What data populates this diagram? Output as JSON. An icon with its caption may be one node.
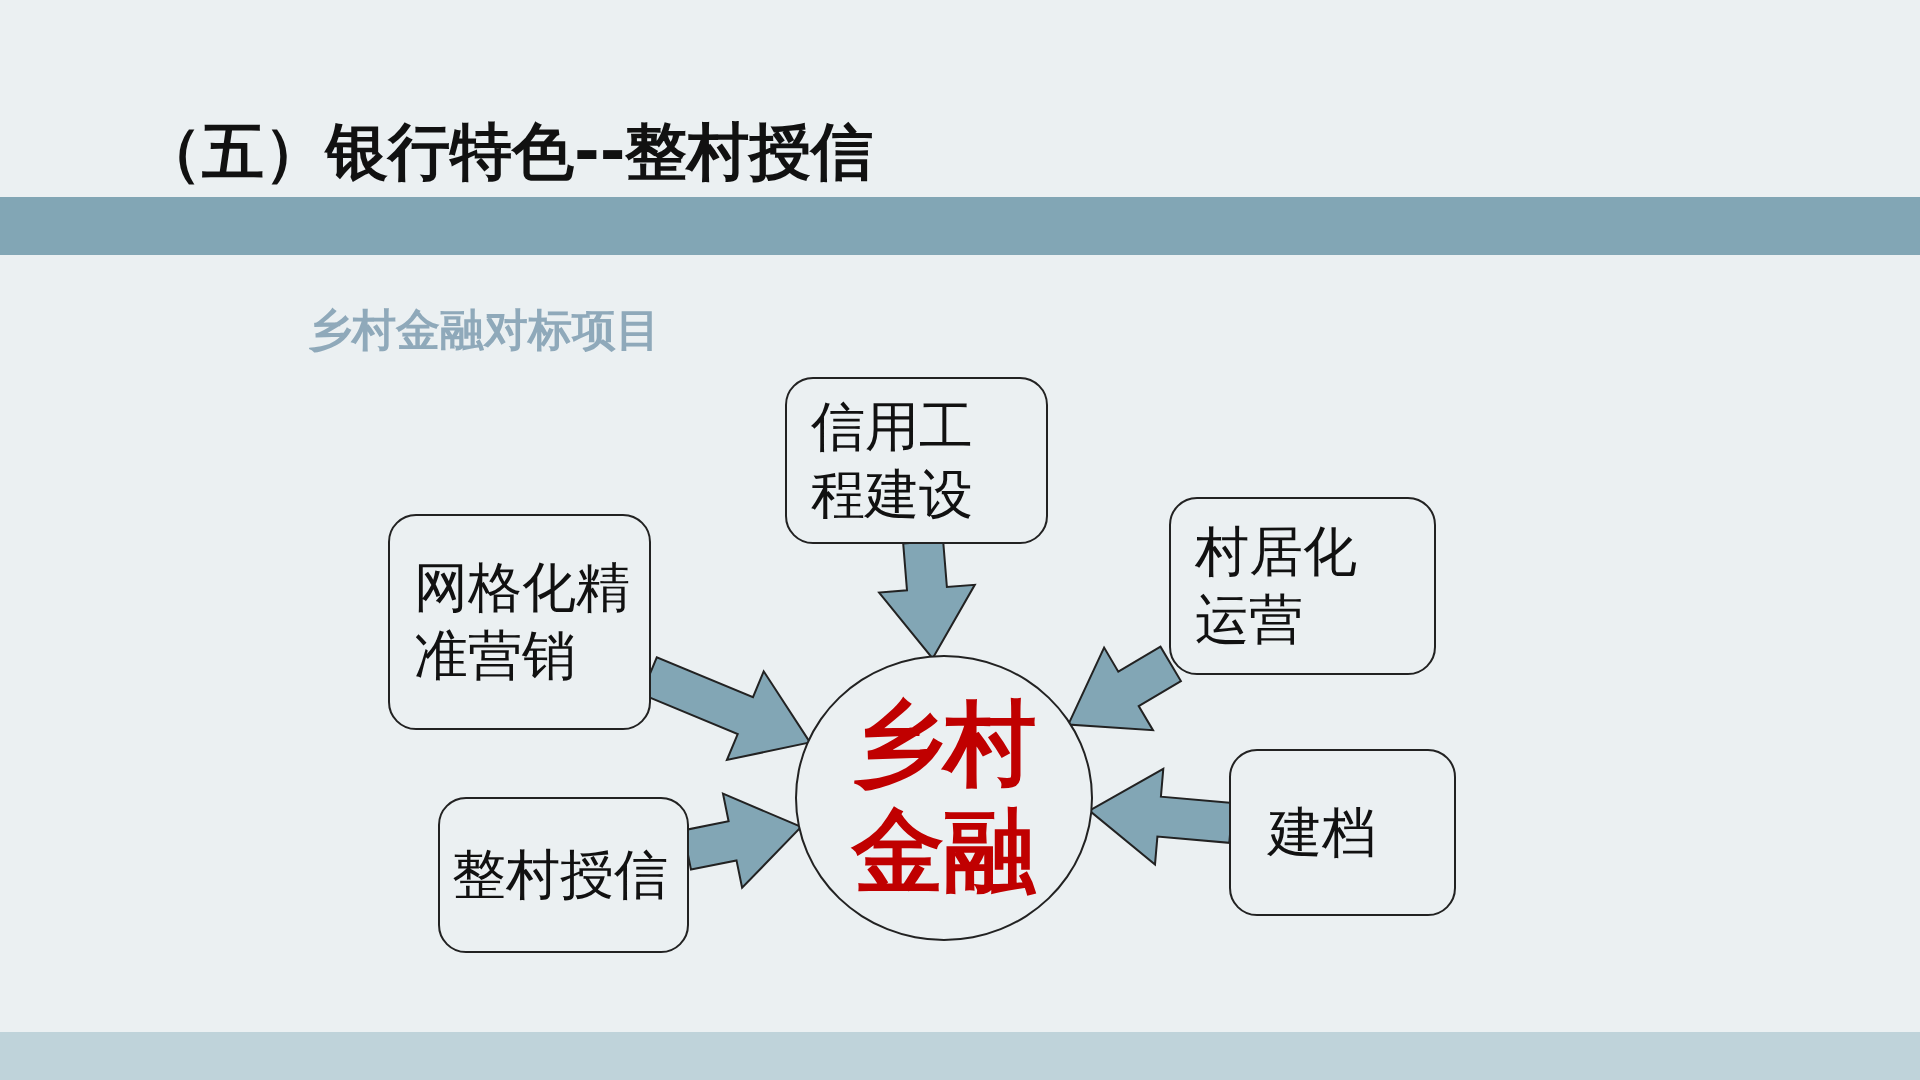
{
  "diagram": {
    "title": "（五）银行特色--整村授信",
    "nodes": [
      {
        "text": [
          "乡村金融"
        ]
      },
      {
        "text": [
          "信用工程建设"
        ]
      },
      {
        "text": [
          "网格化精准营销"
        ]
      },
      {
        "text": [
          "村居化运营"
        ]
      },
      {
        "text": [
          "整村授信"
        ]
      },
      {
        "text": [
          "建档"
        ]
      }
    ],
    "edges": [
      {
        "from": 1,
        "to": 0,
        "arrow": "to"
      },
      {
        "from": 2,
        "to": 0,
        "arrow": "to"
      },
      {
        "from": 3,
        "to": 0,
        "arrow": "to"
      },
      {
        "from": 4,
        "to": 0,
        "arrow": "to"
      },
      {
        "from": 5,
        "to": 0,
        "arrow": "to"
      }
    ],
    "labels": [
      "乡村金融对标项目"
    ]
  }
}
